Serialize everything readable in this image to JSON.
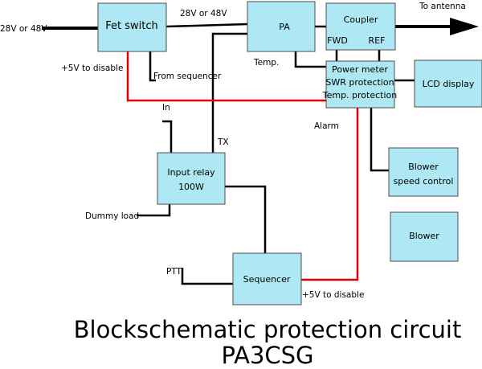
{
  "blocks": {
    "fet_switch": "Fet switch",
    "pa": "PA",
    "coupler": "Coupler",
    "fwd": "FWD",
    "ref": "REF",
    "power_meter_1": "Power meter",
    "power_meter_2": "SWR protection",
    "power_meter_3": "Temp. protection",
    "lcd": "LCD display",
    "blower_ctrl_1": "Blower",
    "blower_ctrl_2": "speed control",
    "blower": "Blower",
    "input_relay_1": "Input relay",
    "input_relay_2": "100W",
    "sequencer": "Sequencer"
  },
  "labels": {
    "supply_in": "28V or 48V",
    "supply_out": "28V or 48V",
    "to_antenna": "To antenna",
    "disable_top": "+5V to disable",
    "from_sequencer": "From sequencer",
    "temp": "Temp.",
    "alarm": "Alarm",
    "in": "In",
    "tx": "TX",
    "dummy_load": "Dummy load",
    "ptt": "PTT",
    "disable_bottom": "+5V to disable"
  },
  "title": {
    "line1": "Blockschematic protection circuit",
    "line2": "PA3CSG"
  },
  "colors": {
    "block_fill": "#aee8f4",
    "disable_line": "#e00000"
  }
}
